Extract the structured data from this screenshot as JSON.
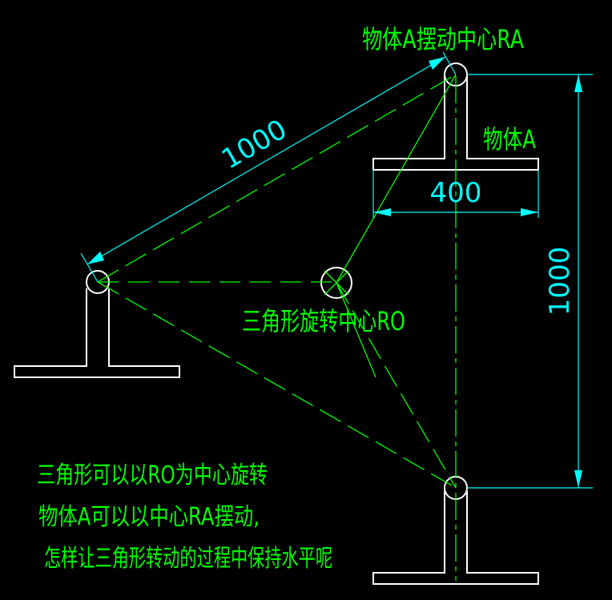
{
  "labels": {
    "pivot_ra": "物体A摆动中心RA",
    "object_a": "物体A",
    "pivot_ro": "三角形旋转中心RO"
  },
  "dimensions": {
    "diagonal": "1000",
    "width": "400",
    "height": "1000"
  },
  "notes": {
    "line1": "三角形可以以RO为中心旋转",
    "line2": "物体A可以以中心RA摆动,",
    "line3": "怎样让三角形转动的过程中保持水平呢"
  },
  "colors": {
    "background": "#000000",
    "geometry": "#ffffff",
    "construction": "#00ff00",
    "dimension": "#00ffff",
    "text": "#00ff00"
  }
}
